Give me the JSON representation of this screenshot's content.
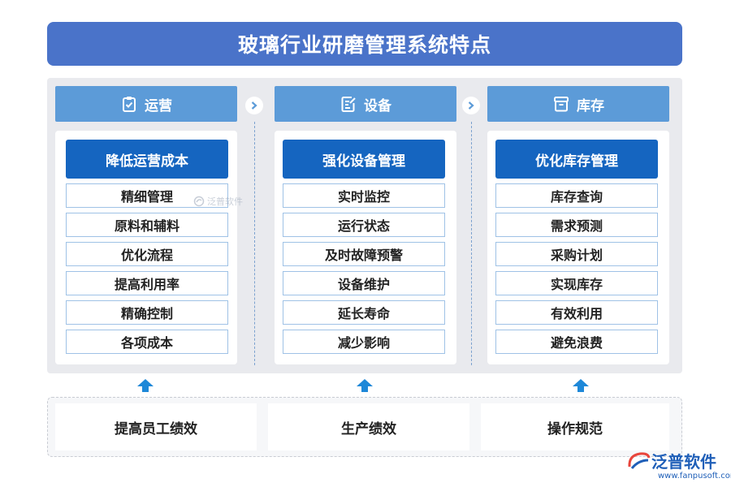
{
  "title": "玻璃行业研磨管理系统特点",
  "columns": [
    {
      "header": "运营",
      "header_icon": "clipboard-check-icon",
      "title": "降低运营成本",
      "items": [
        "精细管理",
        "原料和辅料",
        "优化流程",
        "提高利用率",
        "精确控制",
        "各项成本"
      ]
    },
    {
      "header": "设备",
      "header_icon": "document-edit-icon",
      "title": "强化设备管理",
      "items": [
        "实时监控",
        "运行状态",
        "及时故障预警",
        "设备维护",
        "延长寿命",
        "减少影响"
      ]
    },
    {
      "header": "库存",
      "header_icon": "storage-box-icon",
      "title": "优化库存管理",
      "items": [
        "库存查询",
        "需求预测",
        "采购计划",
        "实现库存",
        "有效利用",
        "避免浪费"
      ]
    }
  ],
  "bottom": [
    "提高员工绩效",
    "生产绩效",
    "操作规范"
  ],
  "watermark": "泛普软件",
  "logo": {
    "text": "泛普软件",
    "url": "www.fanpusoft.com"
  },
  "colors": {
    "title_bg": "#4a73c9",
    "header_bg": "#5c9bd8",
    "card_title_bg": "#1565c0",
    "item_border": "#9fc2e6",
    "arrow": "#1e88d8",
    "panel_bg": "#e9eaee"
  }
}
